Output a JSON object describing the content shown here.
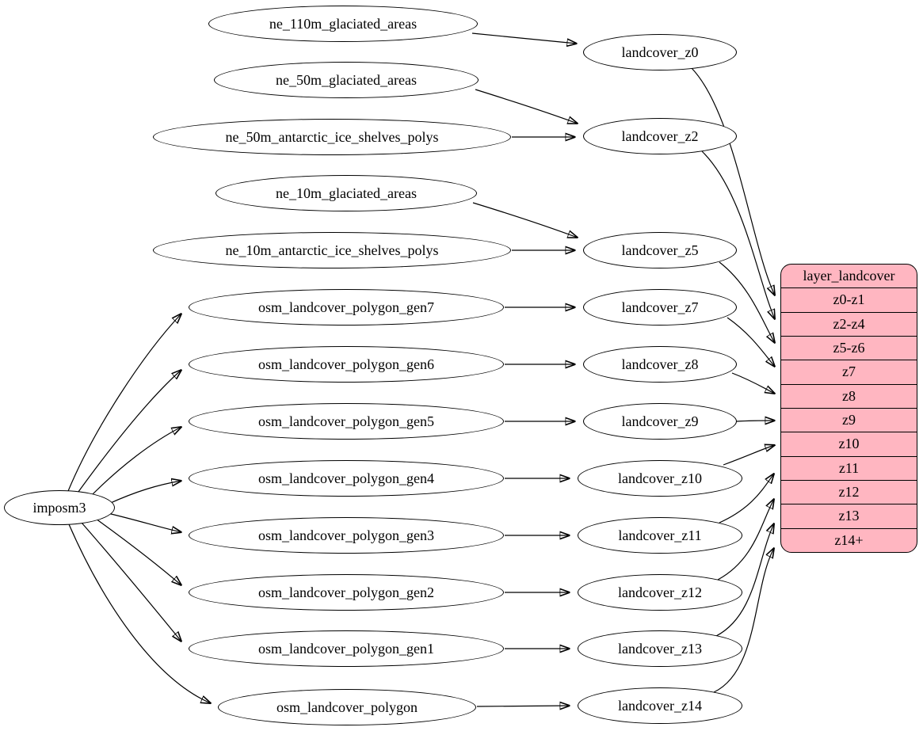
{
  "diagram": {
    "root_node": "imposm3",
    "source_nodes": [
      "ne_110m_glaciated_areas",
      "ne_50m_glaciated_areas",
      "ne_50m_antarctic_ice_shelves_polys",
      "ne_10m_glaciated_areas",
      "ne_10m_antarctic_ice_shelves_polys",
      "osm_landcover_polygon_gen7",
      "osm_landcover_polygon_gen6",
      "osm_landcover_polygon_gen5",
      "osm_landcover_polygon_gen4",
      "osm_landcover_polygon_gen3",
      "osm_landcover_polygon_gen2",
      "osm_landcover_polygon_gen1",
      "osm_landcover_polygon"
    ],
    "zoom_nodes": [
      "landcover_z0",
      "landcover_z2",
      "landcover_z5",
      "landcover_z7",
      "landcover_z8",
      "landcover_z9",
      "landcover_z10",
      "landcover_z11",
      "landcover_z12",
      "landcover_z13",
      "landcover_z14"
    ],
    "record": {
      "title": "layer_landcover",
      "rows": [
        "z0-z1",
        "z2-z4",
        "z5-z6",
        "z7",
        "z8",
        "z9",
        "z10",
        "z11",
        "z12",
        "z13",
        "z14+"
      ]
    },
    "edges": [
      {
        "from": "ne_110m_glaciated_areas",
        "to": "landcover_z0"
      },
      {
        "from": "ne_50m_glaciated_areas",
        "to": "landcover_z2"
      },
      {
        "from": "ne_50m_antarctic_ice_shelves_polys",
        "to": "landcover_z2"
      },
      {
        "from": "ne_10m_glaciated_areas",
        "to": "landcover_z5"
      },
      {
        "from": "ne_10m_antarctic_ice_shelves_polys",
        "to": "landcover_z5"
      },
      {
        "from": "imposm3",
        "to": "osm_landcover_polygon_gen7"
      },
      {
        "from": "imposm3",
        "to": "osm_landcover_polygon_gen6"
      },
      {
        "from": "imposm3",
        "to": "osm_landcover_polygon_gen5"
      },
      {
        "from": "imposm3",
        "to": "osm_landcover_polygon_gen4"
      },
      {
        "from": "imposm3",
        "to": "osm_landcover_polygon_gen3"
      },
      {
        "from": "imposm3",
        "to": "osm_landcover_polygon_gen2"
      },
      {
        "from": "imposm3",
        "to": "osm_landcover_polygon_gen1"
      },
      {
        "from": "imposm3",
        "to": "osm_landcover_polygon"
      },
      {
        "from": "osm_landcover_polygon_gen7",
        "to": "landcover_z7"
      },
      {
        "from": "osm_landcover_polygon_gen6",
        "to": "landcover_z8"
      },
      {
        "from": "osm_landcover_polygon_gen5",
        "to": "landcover_z9"
      },
      {
        "from": "osm_landcover_polygon_gen4",
        "to": "landcover_z10"
      },
      {
        "from": "osm_landcover_polygon_gen3",
        "to": "landcover_z11"
      },
      {
        "from": "osm_landcover_polygon_gen2",
        "to": "landcover_z12"
      },
      {
        "from": "osm_landcover_polygon_gen1",
        "to": "landcover_z13"
      },
      {
        "from": "osm_landcover_polygon",
        "to": "landcover_z14"
      },
      {
        "from": "landcover_z0",
        "to": "layer_landcover:z0-z1"
      },
      {
        "from": "landcover_z2",
        "to": "layer_landcover:z2-z4"
      },
      {
        "from": "landcover_z5",
        "to": "layer_landcover:z5-z6"
      },
      {
        "from": "landcover_z7",
        "to": "layer_landcover:z7"
      },
      {
        "from": "landcover_z8",
        "to": "layer_landcover:z8"
      },
      {
        "from": "landcover_z9",
        "to": "layer_landcover:z9"
      },
      {
        "from": "landcover_z10",
        "to": "layer_landcover:z10"
      },
      {
        "from": "landcover_z11",
        "to": "layer_landcover:z11"
      },
      {
        "from": "landcover_z12",
        "to": "layer_landcover:z12"
      },
      {
        "from": "landcover_z13",
        "to": "layer_landcover:z13"
      },
      {
        "from": "landcover_z14",
        "to": "layer_landcover:z14+"
      }
    ]
  },
  "colors": {
    "record_fill": "#ffb6c1",
    "node_fill": "#ffffff",
    "stroke": "#000000",
    "background": "#ffffff"
  }
}
